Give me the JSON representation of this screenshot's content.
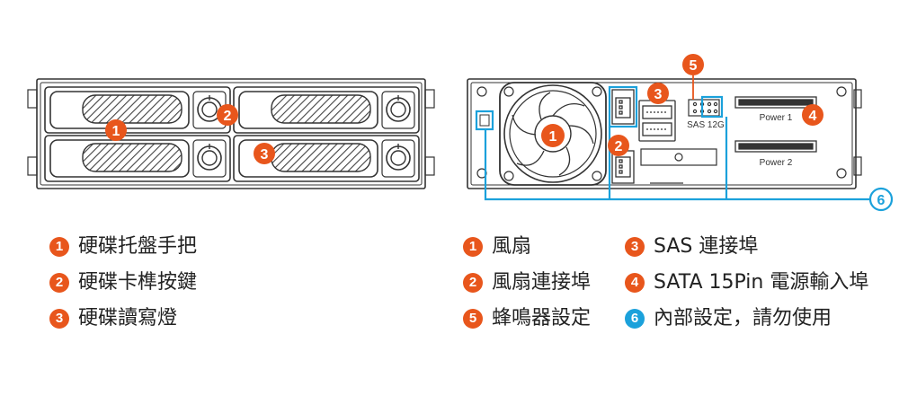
{
  "colors": {
    "orange": "#e8561c",
    "blue": "#1ba1db",
    "stroke": "#333333"
  },
  "front_panel": {
    "markers": [
      "1",
      "2",
      "3"
    ]
  },
  "rear_panel": {
    "markers": [
      "1",
      "2",
      "3",
      "4",
      "5",
      "6"
    ],
    "sas_label": "SAS 12G",
    "power1_label": "Power 1",
    "power2_label": "Power 2"
  },
  "legend_left": [
    {
      "num": "1",
      "text": "硬碟托盤手把"
    },
    {
      "num": "2",
      "text": "硬碟卡榫按鍵"
    },
    {
      "num": "3",
      "text": "硬碟讀寫燈"
    }
  ],
  "legend_right": [
    {
      "num": "1",
      "text": "風扇"
    },
    {
      "num": "3",
      "text": "SAS 連接埠"
    },
    {
      "num": "2",
      "text": "風扇連接埠"
    },
    {
      "num": "4",
      "text": "SATA 15Pin 電源輸入埠"
    },
    {
      "num": "5",
      "text": "蜂鳴器設定"
    },
    {
      "num": "6",
      "text": "內部設定，請勿使用"
    }
  ]
}
